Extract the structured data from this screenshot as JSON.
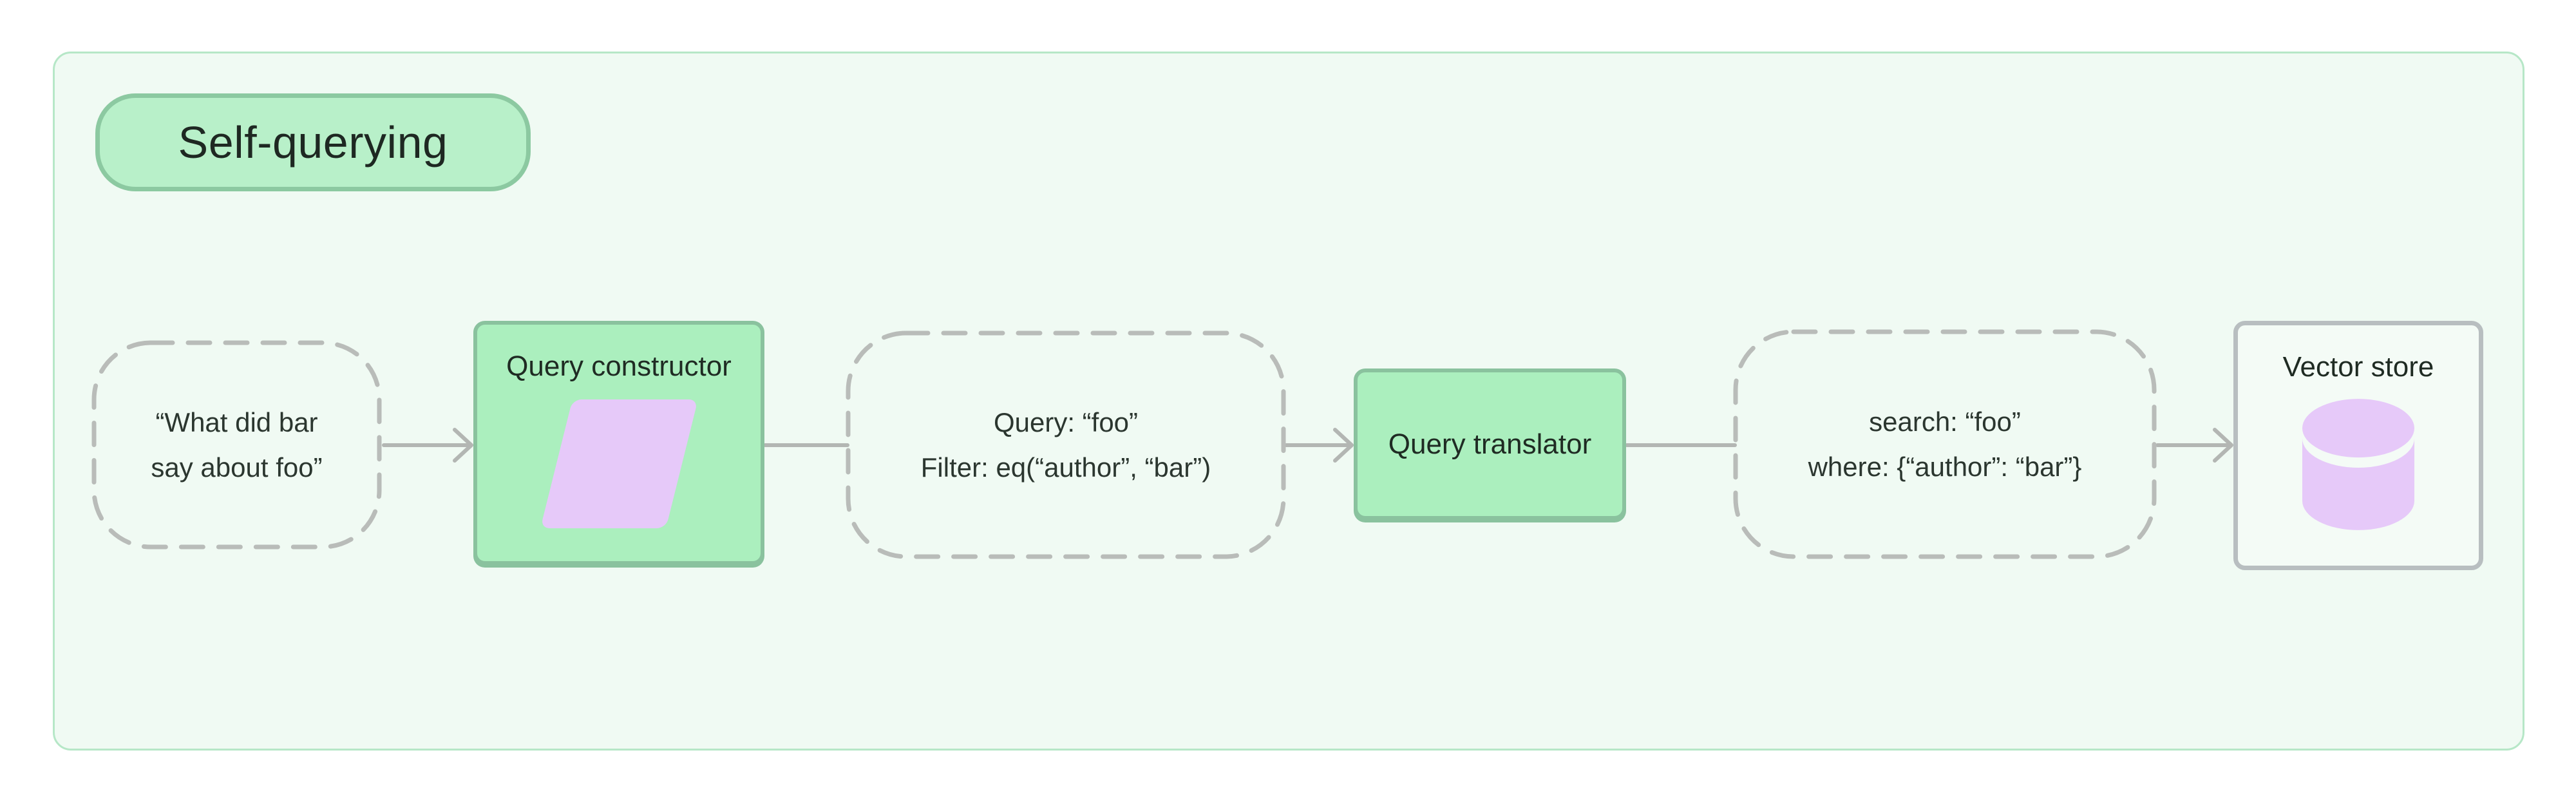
{
  "title_badge": {
    "label": "Self-querying"
  },
  "flow": {
    "input_node": {
      "line1": "“What did bar",
      "line2": "say about foo”"
    },
    "query_constructor": {
      "label": "Query constructor",
      "icon": "parallelogram-icon"
    },
    "constructed_query_node": {
      "line1": "Query: “foo”",
      "line2": "Filter: eq(“author”, “bar”)"
    },
    "query_translator": {
      "label": "Query translator"
    },
    "translated_query_node": {
      "line1": "search: “foo”",
      "line2": "where: {“author”: “bar”}"
    },
    "vector_store": {
      "label": "Vector store",
      "icon": "database-cylinder-icon"
    }
  },
  "colors": {
    "panel_fill": "#f0faf3",
    "panel_border": "#b6e7c7",
    "pill_fill": "#b8f0c9",
    "pill_border": "#8cc9a1",
    "green_fill": "#abefbe",
    "green_border": "#8ac29e",
    "vs_fill": "#f4fbf6",
    "vs_border": "#b8bec0",
    "purple": "#e6c9f9",
    "gray_line": "#b3b6b3",
    "dash_gray": "#b9bcb9",
    "text_dark": "#243029"
  }
}
